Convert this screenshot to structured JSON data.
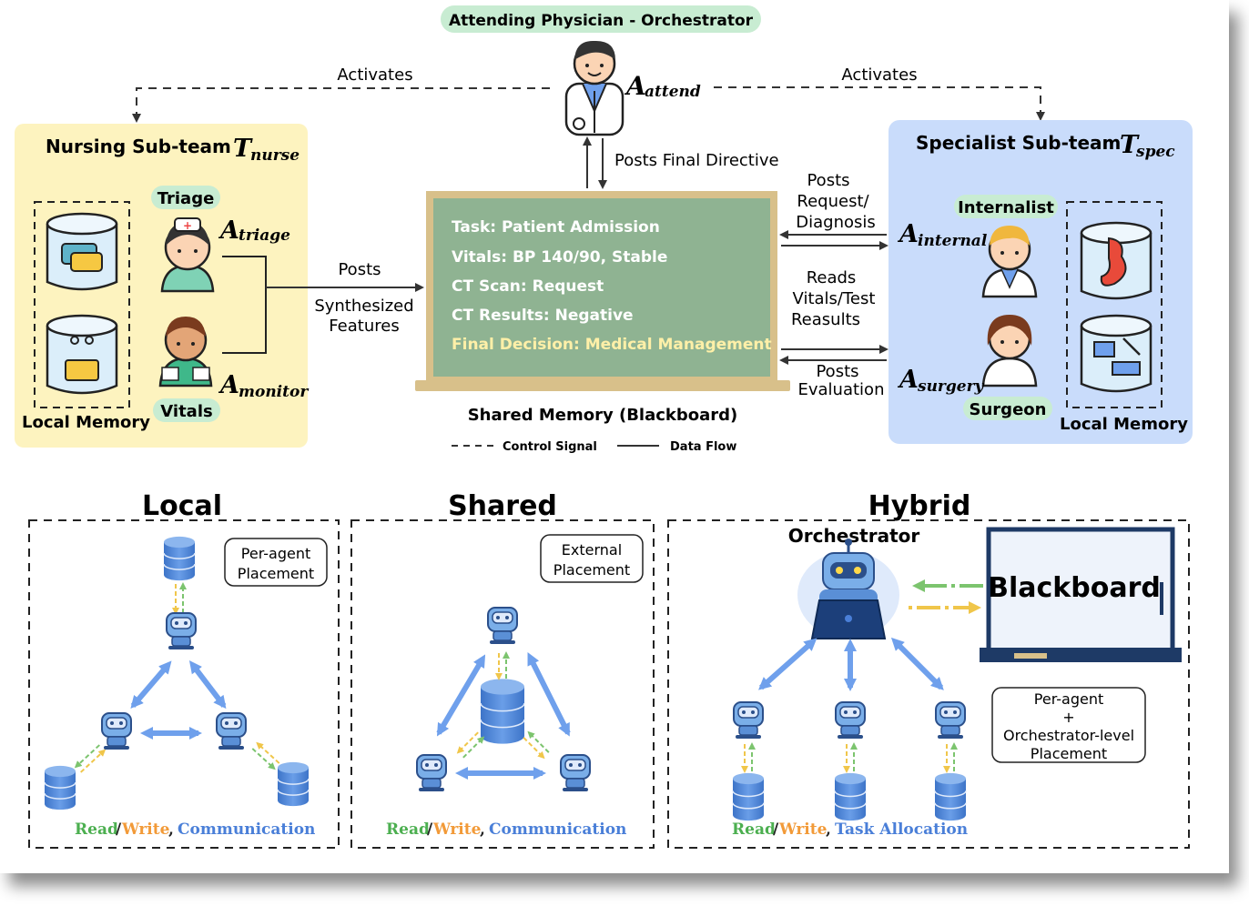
{
  "header": {
    "orchestrator_pill": "Attending Physician - Orchestrator",
    "activates_left": "Activates",
    "activates_right": "Activates",
    "attend_symbol": "A",
    "attend_sub": "attend",
    "posts_final_directive": "Posts Final Directive"
  },
  "nursing": {
    "title": "Nursing Sub-team",
    "team_symbol": "T",
    "team_sub": "nurse",
    "triage_pill": "Triage",
    "triage_symbol": "A",
    "triage_sub": "triage",
    "vitals_pill": "Vitals",
    "monitor_symbol": "A",
    "monitor_sub": "monitor",
    "local_memory": "Local Memory",
    "posts_line1": "Posts",
    "posts_line2": "Synthesized",
    "posts_line3": "Features"
  },
  "blackboard_top": {
    "lines": [
      "Task: Patient Admission",
      "Vitals: BP 140/90, Stable",
      "CT Scan: Request",
      "CT Results: Negative"
    ],
    "final_line": "Final Decision: Medical Management",
    "caption": "Shared Memory (Blackboard)",
    "legend_control": "Control Signal",
    "legend_data": "Data Flow"
  },
  "specialist": {
    "title": "Specialist Sub-team",
    "team_symbol": "T",
    "team_sub": "spec",
    "internalist_pill": "Internalist",
    "internal_symbol": "A",
    "internal_sub": "internal",
    "surgeon_pill": "Surgeon",
    "surgery_symbol": "A",
    "surgery_sub": "surgery",
    "local_memory": "Local Memory",
    "req_line1": "Posts",
    "req_line2": "Request/",
    "req_line3": "Diagnosis",
    "reads_line1": "Reads",
    "reads_line2": "Vitals/Test",
    "reads_line3": "Reasults",
    "eval_line1": "Posts",
    "eval_line2": "Evaluation"
  },
  "panels": {
    "local": {
      "title": "Local",
      "box_line1": "Per-agent",
      "box_line2": "Placement",
      "legend_read": "Read",
      "legend_write": "Write",
      "legend_comm": "Communication"
    },
    "shared": {
      "title": "Shared",
      "box_line1": "External",
      "box_line2": "Placement",
      "legend_read": "Read",
      "legend_write": "Write",
      "legend_comm": "Communication"
    },
    "hybrid": {
      "title": "Hybrid",
      "orchestrator": "Orchestrator",
      "blackboard": "Blackboard",
      "box_line1": "Per-agent",
      "box_line2": "+",
      "box_line3": "Orchestrator-level",
      "box_line4": "Placement",
      "legend_read": "Read",
      "legend_write": "Write",
      "legend_task": "Task Allocation"
    }
  },
  "colors": {
    "nursing_bg": "#fdf3bf",
    "specialist_bg": "#c9dcfb",
    "pill_green": "#c8ecd2",
    "blackboard_green": "#8fb392",
    "blackboard_frame": "#d8c08a",
    "final_line": "#fff0a8",
    "read_green": "#4caf50",
    "write_orange": "#f29a38",
    "comm_blue": "#4a7fd8",
    "arrow_blue": "#6fa0ec",
    "robot_blue": "#7aaee8",
    "db_blue": "#4f86d6"
  }
}
